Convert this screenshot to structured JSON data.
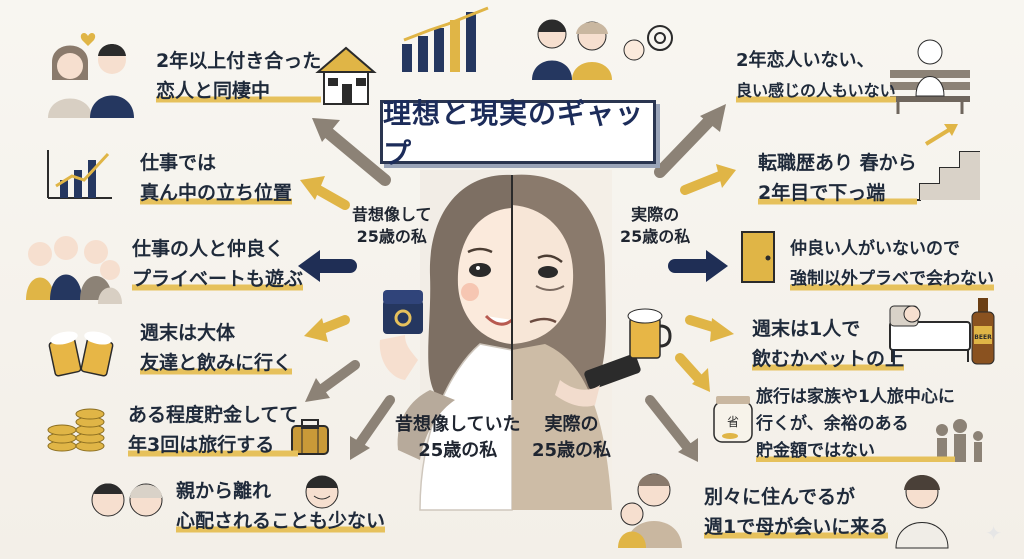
{
  "title": "理想と現実のギャップ",
  "ideal_label_top": [
    "昔想像して",
    "25歳の私"
  ],
  "real_label_top": [
    "実際の",
    "25歳の私"
  ],
  "ideal_label_bottom": [
    "昔想像していた",
    "25歳の私"
  ],
  "real_label_bottom": [
    "実際の",
    "25歳の私"
  ],
  "ideal_items": [
    {
      "lines": [
        "2年以上付き合った",
        "恋人と同棲中"
      ]
    },
    {
      "lines": [
        "仕事では",
        "真ん中の立ち位置"
      ]
    },
    {
      "lines": [
        "仕事の人と仲良く",
        "プライベートも遊ぶ"
      ]
    },
    {
      "lines": [
        "週末は大体",
        "友達と飲みに行く"
      ]
    },
    {
      "lines": [
        "ある程度貯金してて",
        "年3回は旅行する"
      ]
    },
    {
      "lines": [
        "親から離れ",
        "心配されることも少ない"
      ]
    }
  ],
  "real_items": [
    {
      "lines": [
        "2年恋人いない、",
        "良い感じの人もいない"
      ]
    },
    {
      "lines": [
        "転職歴あり 春から",
        "2年目で下っ端"
      ]
    },
    {
      "lines": [
        "仲良い人がいないので",
        "強制以外プラベで会わない"
      ]
    },
    {
      "lines": [
        "週末は1人で",
        "飲むかベットの上"
      ]
    },
    {
      "lines": [
        "旅行は家族や1人旅中心に",
        "行くが、余裕のある",
        "貯金額ではない"
      ]
    },
    {
      "lines": [
        "別々に住んでるが",
        "週1で母が会いに来る"
      ]
    }
  ],
  "icons": {
    "beer_label": "BEER",
    "jar_label": "省"
  },
  "colors": {
    "accent_gold": "#e0b546",
    "navy": "#1f2e55",
    "taupe": "#8c8276",
    "bg": "#f6f3ee"
  }
}
